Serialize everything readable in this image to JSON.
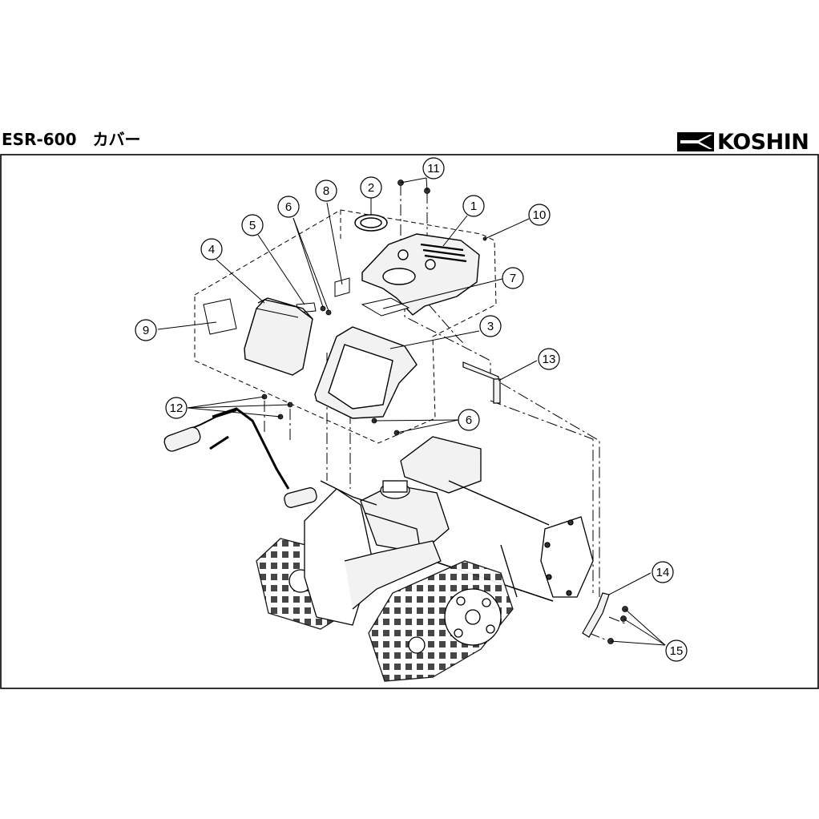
{
  "header": {
    "title": "ESR-600　カバー",
    "brand": "KOSHIN"
  },
  "callouts": [
    {
      "id": "c1",
      "label": "1"
    },
    {
      "id": "c2",
      "label": "2"
    },
    {
      "id": "c3",
      "label": "3"
    },
    {
      "id": "c4",
      "label": "4"
    },
    {
      "id": "c5",
      "label": "5"
    },
    {
      "id": "c6a",
      "label": "6"
    },
    {
      "id": "c6b",
      "label": "6"
    },
    {
      "id": "c7",
      "label": "7"
    },
    {
      "id": "c8",
      "label": "8"
    },
    {
      "id": "c9",
      "label": "9"
    },
    {
      "id": "c10",
      "label": "10"
    },
    {
      "id": "c11",
      "label": "11"
    },
    {
      "id": "c12",
      "label": "12"
    },
    {
      "id": "c13",
      "label": "13"
    },
    {
      "id": "c14",
      "label": "14"
    },
    {
      "id": "c15",
      "label": "15"
    }
  ],
  "colors": {
    "line": "#000000",
    "part_fill": "#f2f2f2",
    "dark_fill": "#555555",
    "background": "#ffffff"
  }
}
